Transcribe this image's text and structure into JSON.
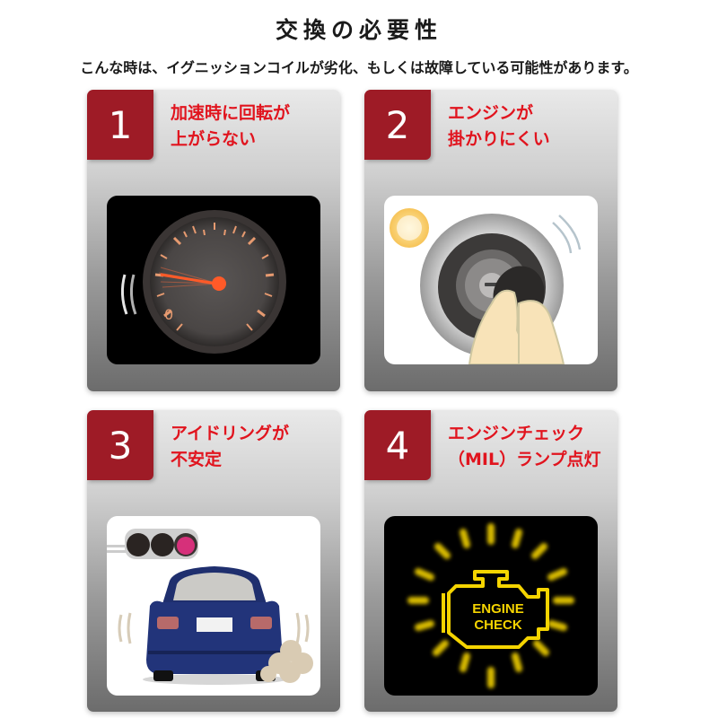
{
  "header": {
    "title": "交換の必要性",
    "subtitle": "こんな時は、イグニッションコイルが劣化、もしくは故障している可能性があります。"
  },
  "cards": [
    {
      "number": "1",
      "heading_lines": [
        "加速時に回転が",
        "上がらない"
      ],
      "illustration": "tachometer-icon",
      "illustration_label": "0"
    },
    {
      "number": "2",
      "heading_lines": [
        "エンジンが",
        "掛かりにくい"
      ],
      "illustration": "ignition-key-icon"
    },
    {
      "number": "3",
      "heading_lines": [
        "アイドリングが",
        "不安定"
      ],
      "illustration": "shaking-car-at-red-light-icon"
    },
    {
      "number": "4",
      "heading_lines": [
        "エンジンチェック",
        "（MIL）ランプ点灯"
      ],
      "illustration": "engine-check-lamp-icon",
      "illustration_label_lines": [
        "ENGINE",
        "CHECK"
      ]
    }
  ],
  "colors": {
    "badge_red": "#9e1b26",
    "heading_red": "#e1141e",
    "gauge_needle": "#ff5a28",
    "warning_yellow": "#f5d400",
    "car_blue": "#1f2f6e"
  }
}
